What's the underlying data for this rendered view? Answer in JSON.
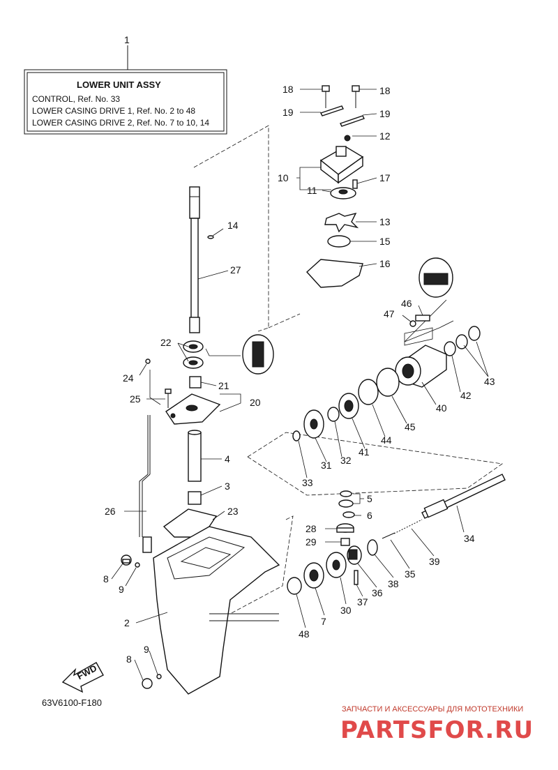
{
  "assembly_box": {
    "ref": "1",
    "title": "LOWER UNIT ASSY",
    "lines": [
      "CONTROL,  Ref. No. 33",
      "LOWER CASING DRIVE 1,  Ref. No. 2 to 48",
      "LOWER CASING DRIVE 2,  Ref. No. 7 to 10, 14"
    ]
  },
  "callouts": [
    "18",
    "18",
    "19",
    "19",
    "12",
    "10",
    "17",
    "11",
    "13",
    "14",
    "15",
    "16",
    "27",
    "46",
    "47",
    "22",
    "21",
    "24",
    "20",
    "25",
    "42",
    "43",
    "40",
    "45",
    "44",
    "41",
    "31",
    "32",
    "33",
    "4",
    "3",
    "5",
    "6",
    "23",
    "26",
    "28",
    "29",
    "34",
    "35",
    "39",
    "38",
    "37",
    "36",
    "30",
    "7",
    "48",
    "8",
    "9",
    "2",
    "8",
    "9"
  ],
  "fwd_label": "FWD",
  "diagram_code": "63V6100-F180",
  "watermark": {
    "tagline": "ЗАПЧАСТИ И АКСЕССУАРЫ ДЛЯ МОТОТЕХНИКИ",
    "site": "PARTSFOR.RU"
  }
}
